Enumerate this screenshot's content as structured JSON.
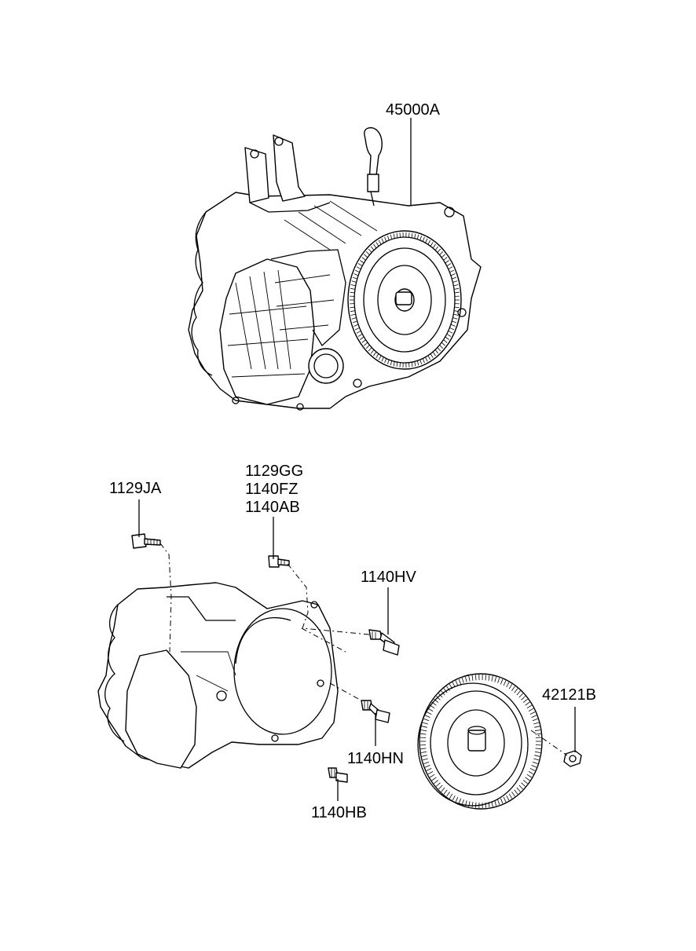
{
  "labels": {
    "transaxle_assy": "45000A",
    "bolt_1129ja": "1129JA",
    "bolt_group": [
      "1129GG",
      "1140FZ",
      "1140AB"
    ],
    "bolt_1140hv": "1140HV",
    "bolt_1140hn": "1140HN",
    "bolt_1140hb": "1140HB",
    "nut_42121b": "42121B"
  }
}
